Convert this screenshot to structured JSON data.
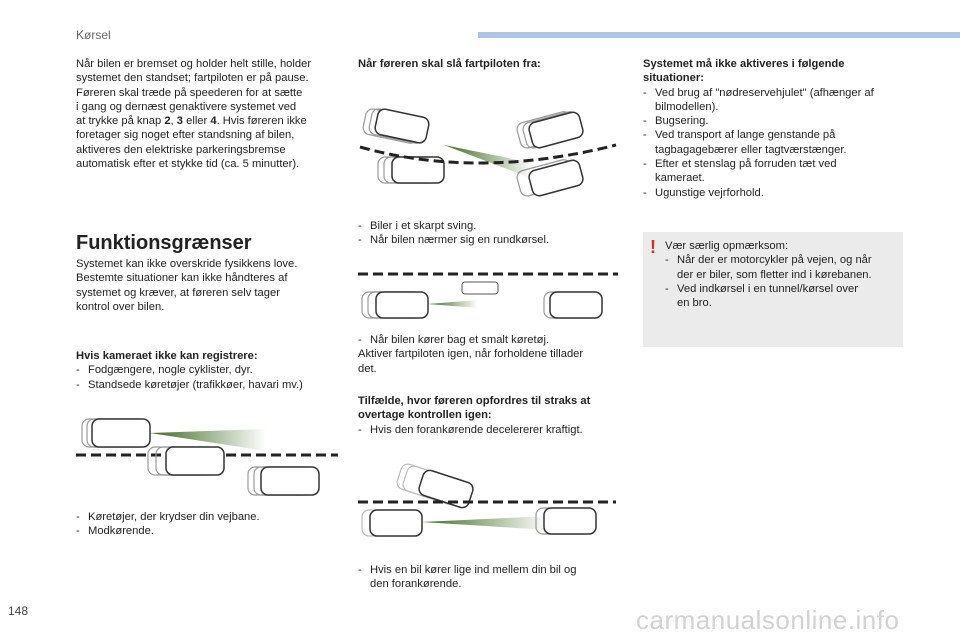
{
  "header": {
    "section": "Kørsel"
  },
  "col1": {
    "intro": [
      "Når bilen er bremset og holder helt stille, holder",
      "systemet den standset; fartpiloten er på pause.",
      "Føreren skal træde på speederen for at sætte",
      "i gang og dernæst genaktivere systemet ved",
      "at trykke på knap ",
      "2",
      ", ",
      "3",
      " eller ",
      "4",
      ". Hvis føreren ikke",
      "foretager sig noget efter standsning af bilen,",
      "aktiveres den elektriske parkeringsbremse",
      "automatisk efter et stykke tid (ca. 5 minutter)."
    ],
    "heading": "Funktionsgrænser",
    "limits": [
      "Systemet kan ikke overskride fysikkens love.",
      "Bestemte situationer kan ikke håndteres af",
      "systemet og kræver, at føreren selv tager",
      "kontrol over bilen."
    ],
    "camera_title": "Hvis kameraet ikke kan registrere:",
    "camera_items": [
      "Fodgængere, nogle cyklister, dyr.",
      "Standsede køretøjer (trafikkøer, havari mv.)"
    ],
    "cross_items": [
      "Køretøjer, der krydser din vejbane.",
      "Modkørende."
    ]
  },
  "col2": {
    "stop_title": "Når føreren skal slå fartpiloten fra:",
    "curve_items": [
      "Biler i et skarpt sving.",
      "Når bilen nærmer sig en rundkørsel."
    ],
    "narrow_item": "Når bilen kører bag et smalt køretøj.",
    "narrow_text": [
      "Aktiver fartpiloten igen, når forholdene tillader",
      "det."
    ],
    "takeover_title": [
      "Tilfælde, hvor føreren opfordres til straks at",
      "overtage kontrollen igen:"
    ],
    "takeover_item": "Hvis den forankørende decelererer kraftigt.",
    "cutin_item": [
      "Hvis en bil kører lige ind mellem din bil og",
      "den forankørende."
    ]
  },
  "col3": {
    "title": [
      "Systemet må ikke aktiveres i følgende",
      "situationer:"
    ],
    "items": [
      [
        "Ved brug af \"nødreservehjulet\" (afhænger af",
        "bilmodellen)."
      ],
      [
        "Bugsering."
      ],
      [
        "Ved transport af lange genstande på",
        "tagbagagebærer eller tagtværstænger."
      ],
      [
        "Efter et stenslag på forruden tæt ved",
        "kameraet."
      ],
      [
        "Ugunstige vejrforhold."
      ]
    ],
    "note_intro": "Vær særlig opmærksom:",
    "note_items": [
      [
        "Når der er motorcykler på vejen, og når",
        "der er biler, som fletter ind i kørebanen."
      ],
      [
        "Ved indkørsel i en tunnel/kørsel over",
        "en bro."
      ]
    ],
    "note_icon": "warning-exclamation-icon",
    "note_color": "#e3261e"
  },
  "footer": {
    "page": "148",
    "watermark": "carmanualsonline.info"
  }
}
